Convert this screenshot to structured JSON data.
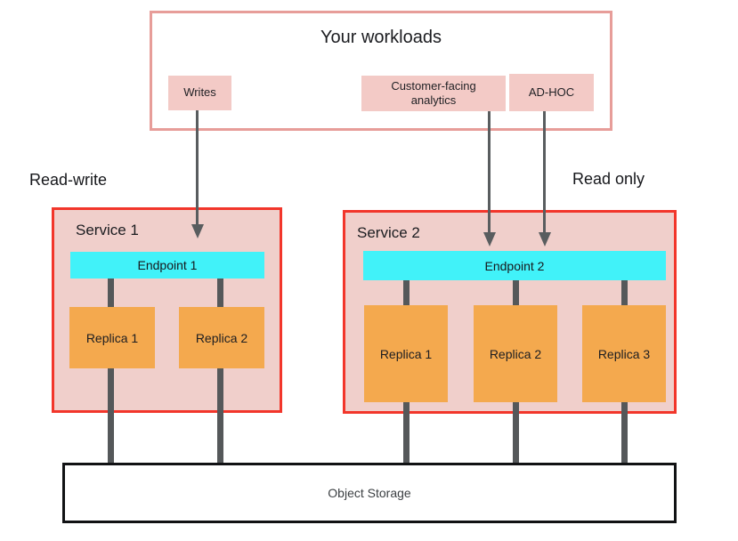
{
  "workloads": {
    "title": "Your workloads",
    "chips": {
      "writes": "Writes",
      "analytics": "Customer-facing analytics",
      "adhoc": "AD-HOC"
    }
  },
  "labels": {
    "read_write": "Read-write",
    "read_only": "Read only"
  },
  "service1": {
    "title": "Service 1",
    "endpoint": "Endpoint 1",
    "replicas": [
      "Replica 1",
      "Replica 2"
    ]
  },
  "service2": {
    "title": "Service 2",
    "endpoint": "Endpoint 2",
    "replicas": [
      "Replica 1",
      "Replica 2",
      "Replica 3"
    ]
  },
  "storage": {
    "label": "Object Storage"
  },
  "colors": {
    "salmon": "#e79d99",
    "chipPink": "#f3cac6",
    "red": "#f2362b",
    "servicePink": "#f0cfcb",
    "cyan": "#41f2f9",
    "orange": "#f4a94e",
    "lineGray": "#55585a",
    "arrowGray": "#595d5f",
    "textDark": "#1f2024",
    "storageText": "#3c4043",
    "storageBorder": "#111214"
  }
}
